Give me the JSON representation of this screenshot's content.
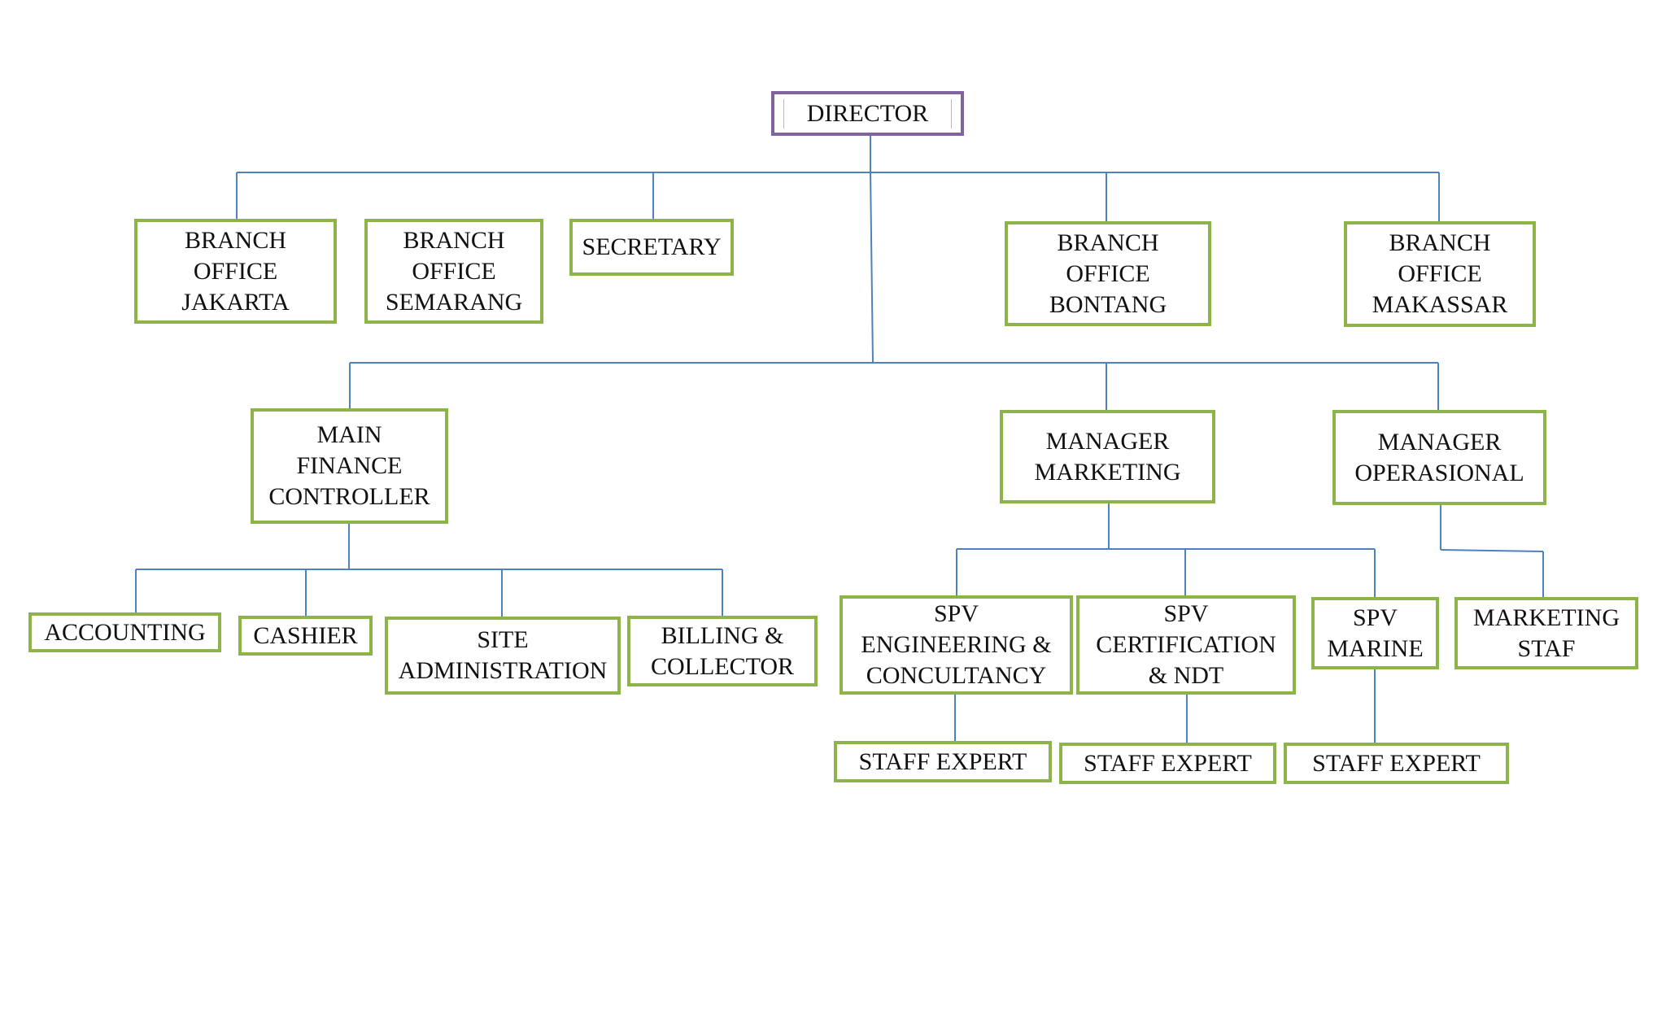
{
  "diagram": {
    "type": "org-chart",
    "nodes": {
      "director": "DIRECTOR",
      "branch_jakarta": "BRANCH\nOFFICE\nJAKARTA",
      "branch_semarang": "BRANCH\nOFFICE\nSEMARANG",
      "secretary": "SECRETARY",
      "branch_bontang": "BRANCH\nOFFICE\nBONTANG",
      "branch_makassar": "BRANCH\nOFFICE\nMAKASSAR",
      "main_finance_controller": "MAIN\nFINANCE\nCONTROLLER",
      "manager_marketing": "MANAGER\nMARKETING",
      "manager_operasional": "MANAGER\nOPERASIONAL",
      "accounting": "ACCOUNTING",
      "cashier": "CASHIER",
      "site_administration": "SITE\nADMINISTRATION",
      "billing_collector": "BILLING &\nCOLLECTOR",
      "spv_engineering": "SPV\nENGINEERING &\nCONCULTANCY",
      "spv_certification": "SPV\nCERTIFICATION\n& NDT",
      "spv_marine": "SPV\nMARINE",
      "marketing_staf": "MARKETING\nSTAF",
      "staff_expert_1": "STAFF EXPERT",
      "staff_expert_2": "STAFF EXPERT",
      "staff_expert_3": "STAFF EXPERT"
    },
    "edges": [
      [
        "director",
        "branch_jakarta"
      ],
      [
        "director",
        "branch_semarang"
      ],
      [
        "director",
        "secretary"
      ],
      [
        "director",
        "branch_bontang"
      ],
      [
        "director",
        "branch_makassar"
      ],
      [
        "director",
        "main_finance_controller"
      ],
      [
        "director",
        "manager_marketing"
      ],
      [
        "director",
        "manager_operasional"
      ],
      [
        "main_finance_controller",
        "accounting"
      ],
      [
        "main_finance_controller",
        "cashier"
      ],
      [
        "main_finance_controller",
        "site_administration"
      ],
      [
        "main_finance_controller",
        "billing_collector"
      ],
      [
        "manager_marketing",
        "spv_engineering"
      ],
      [
        "manager_marketing",
        "spv_certification"
      ],
      [
        "manager_marketing",
        "spv_marine"
      ],
      [
        "manager_operasional",
        "marketing_staf"
      ],
      [
        "spv_engineering",
        "staff_expert_1"
      ],
      [
        "spv_certification",
        "staff_expert_2"
      ],
      [
        "spv_marine",
        "staff_expert_3"
      ]
    ]
  }
}
